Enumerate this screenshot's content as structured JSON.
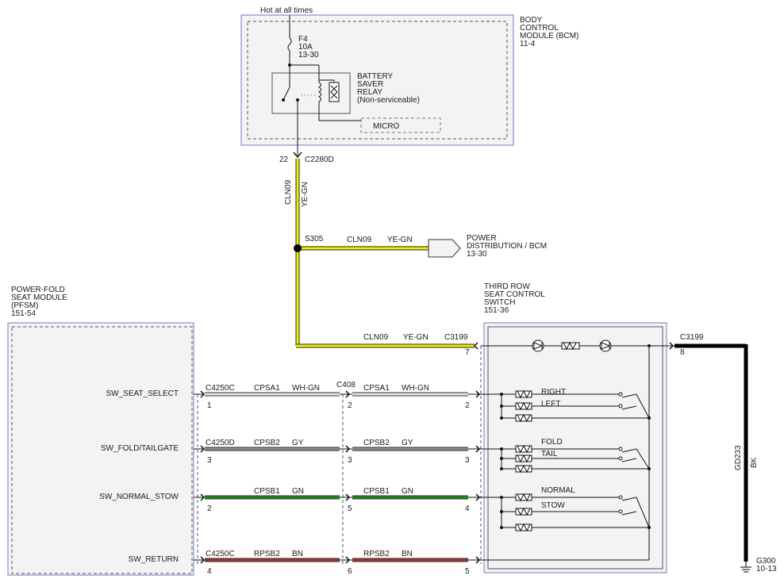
{
  "top": {
    "hot_label": "Hot at all times",
    "fuse": "F4\n10A\n13-30",
    "relay_label": "BATTERY\nSAVER\nRELAY\n(Non-serviceable)",
    "micro": "MICRO",
    "bcm_label": "BODY\nCONTROL\nMODULE (BCM)\n11-4",
    "pin_22": "22",
    "conn_c2280d": "C2280D",
    "wire_vertical_circuit": "CLN09",
    "wire_vertical_color": "YE-GN"
  },
  "splice": {
    "name": "S305",
    "circuit": "CLN09",
    "color": "YE-GN",
    "dest": "POWER\nDISTRIBUTION / BCM\n13-30"
  },
  "switch": {
    "label": "THIRD ROW\nSEAT CONTROL\nSWITCH\n151-36",
    "conn_in": "C3199",
    "pin_in": "7",
    "feed_circuit": "CLN09",
    "feed_color": "YE-GN",
    "conn_out": "C3199",
    "pin_out": "8",
    "right": "RIGHT",
    "left": "LEFT",
    "fold": "FOLD",
    "tail": "TAIL",
    "normal": "NORMAL",
    "stow": "STOW"
  },
  "pfsm": {
    "label": "POWER-FOLD\nSEAT MODULE\n(PFSM)\n151-54"
  },
  "signals": [
    {
      "name": "SW_SEAT_SELECT",
      "conn_left": "C4250C",
      "pin_left": "1",
      "circuit_left": "CPSA1",
      "color_left": "WH-GN",
      "conn_mid": "C408",
      "pin_mid": "2",
      "circuit_right": "CPSA1",
      "color_right": "WH-GN",
      "pin_right": "2",
      "wire_hex": "#dfe7d9"
    },
    {
      "name": "SW_FOLD/TAILGATE",
      "conn_left": "C4250D",
      "pin_left": "3",
      "circuit_left": "CPSB2",
      "color_left": "GY",
      "conn_mid": "",
      "pin_mid": "3",
      "circuit_right": "CPSB2",
      "color_right": "GY",
      "pin_right": "3",
      "wire_hex": "#8c8c8c"
    },
    {
      "name": "SW_NORMAL_STOW",
      "conn_left": "",
      "pin_left": "2",
      "circuit_left": "CPSB1",
      "color_left": "GN",
      "conn_mid": "",
      "pin_mid": "5",
      "circuit_right": "CPSB1",
      "color_right": "GN",
      "pin_right": "4",
      "wire_hex": "#1e8c1e"
    },
    {
      "name": "SW_RETURN",
      "conn_left": "C4250C",
      "pin_left": "4",
      "circuit_left": "RPSB2",
      "color_left": "BN",
      "conn_mid": "",
      "pin_mid": "6",
      "circuit_right": "RPSB2",
      "color_right": "BN",
      "pin_right": "5",
      "wire_hex": "#a03030"
    }
  ],
  "ground": {
    "circuit": "GD233",
    "color": "BK",
    "name": "G300\n10-13"
  },
  "colors": {
    "ye_gn": "#f2f200",
    "module_border": "#7a7ab8",
    "dashed": "#555555"
  }
}
